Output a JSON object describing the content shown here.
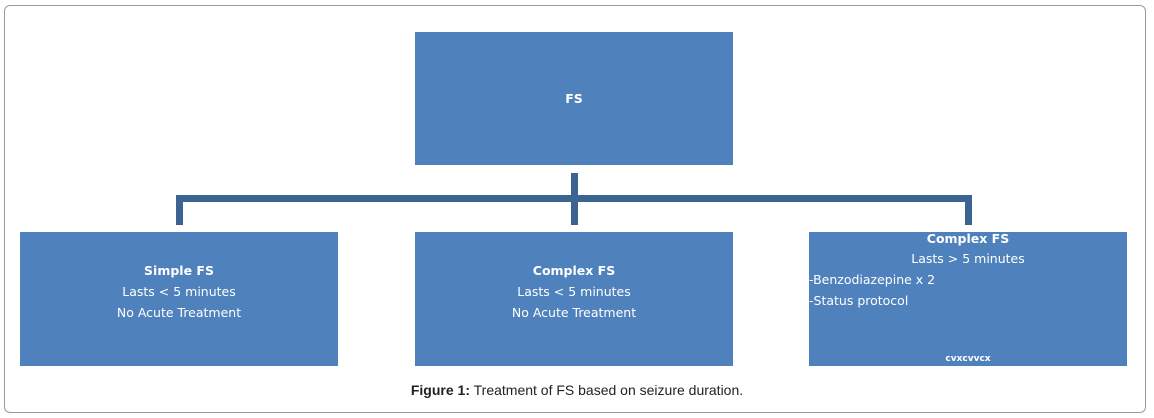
{
  "diagram": {
    "root": {
      "label": "FS"
    },
    "children": [
      {
        "title": "Simple FS",
        "duration": "Lasts < 5 minutes",
        "treatment": "No Acute Treatment"
      },
      {
        "title": "Complex FS",
        "duration": "Lasts < 5 minutes",
        "treatment": "No Acute Treatment"
      },
      {
        "title": "Complex FS",
        "duration": "Lasts > 5 minutes",
        "bullets": [
          "-Benzodiazepine x 2",
          "-Status protocol"
        ],
        "footer": "cvxcvvcx"
      }
    ]
  },
  "caption": {
    "label": "Figure 1:",
    "text": " Treatment of FS based on seizure duration."
  },
  "colors": {
    "box_fill": "#4f81bd",
    "connector": "#3b6491",
    "box_text": "#ffffff"
  }
}
